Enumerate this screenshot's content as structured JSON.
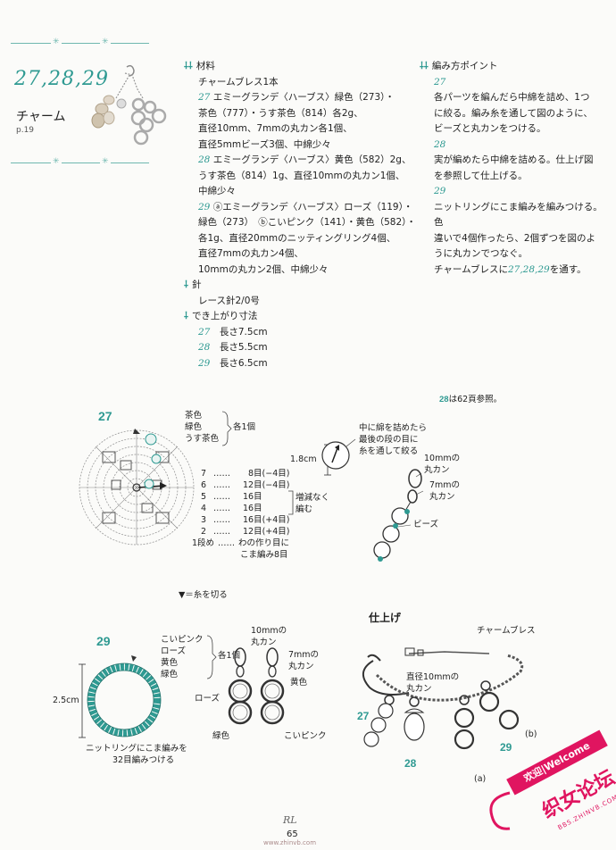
{
  "header": {
    "title": "27,28,29",
    "subtitle": "チャーム",
    "page_ref": "p.19"
  },
  "materials": {
    "heading": "材料",
    "lines": [
      "チャームブレス1本",
      "エミーグランデ〈ハーブス〉緑色（273）・",
      "茶色（777）・うす茶色（814）各2g、",
      "直径10mm、7mmの丸カン各1個、",
      "直径5mmビーズ3個、中綿少々",
      "エミーグランデ〈ハーブス〉黄色（582）2g、",
      "うす茶色（814）1g、直径10mmの丸カン1個、",
      "中綿少々",
      "ⓐエミーグランデ〈ハーブス〉ローズ（119）・",
      "緑色（273）　ⓑこいピンク（141）・黄色（582）・",
      "各1g、直径20mmのニッティングリング4個、",
      "直径7mmの丸カン4個、",
      "10mmの丸カン2個、中綿少々"
    ],
    "num27": "27",
    "num28": "28",
    "num29": "29"
  },
  "needle": {
    "heading": "針",
    "value": "レース針2/0号"
  },
  "size": {
    "heading": "でき上がり寸法",
    "items": [
      {
        "num": "27",
        "text": "長さ7.5cm"
      },
      {
        "num": "28",
        "text": "長さ5.5cm"
      },
      {
        "num": "29",
        "text": "長さ6.5cm"
      }
    ]
  },
  "points": {
    "heading": "編み方ポイント",
    "n27": "27",
    "p27": [
      "各パーツを編んだら中綿を詰め、1つ",
      "に絞る。編み糸を通して図のように、",
      "ビーズと丸カンをつける。"
    ],
    "n28": "28",
    "p28": [
      "実が編めたら中綿を詰める。仕上げ図",
      "を参照して仕上げる。"
    ],
    "n29": "29",
    "p29": [
      "ニットリングにこま編みを編みつける。色",
      "違いで4個作ったら、2個ずつを図のよ",
      "うに丸カンでつなぐ。"
    ],
    "last_pre": "チャームブレスに",
    "last_nums": "27,28,29",
    "last_post": "を通す。"
  },
  "ref28": {
    "num": "28",
    "text": "は62頁参照。"
  },
  "diagram27": {
    "label": "27",
    "colors": [
      "茶色",
      "緑色",
      "うす茶色"
    ],
    "each": "各1個",
    "rows": [
      {
        "r": "7",
        "dots": "……",
        "t": "8目(−4目)"
      },
      {
        "r": "6",
        "dots": "……",
        "t": "12目(−4目)"
      },
      {
        "r": "5",
        "dots": "……",
        "t": "16目"
      },
      {
        "r": "4",
        "dots": "……",
        "t": "16目"
      },
      {
        "r": "3",
        "dots": "……",
        "t": "16目(+4目)"
      },
      {
        "r": "2",
        "dots": "……",
        "t": "12目(+4目)"
      }
    ],
    "row1_label": "1段め",
    "row1_dots": "……",
    "row1_text": [
      "わの作り目に",
      "こま編み8目"
    ],
    "no_change": [
      "増減なく",
      "編む"
    ],
    "dim": "1.8cm",
    "note": [
      "中に綿を詰めたら",
      "最後の段の目に",
      "糸を通して絞る"
    ],
    "ring10": [
      "10mmの",
      "丸カン"
    ],
    "ring7": [
      "7mmの",
      "丸カン"
    ],
    "bead": "ビーズ"
  },
  "cut_legend": "▼＝糸を切る",
  "diagram29": {
    "label": "29",
    "colors": [
      "こいピンク",
      "ローズ",
      "黄色",
      "緑色"
    ],
    "each": "各1個",
    "dim": "2.5cm",
    "note": [
      "ニットリングにこま編みを",
      "32目編みつける"
    ],
    "ring10": [
      "10mmの",
      "丸カン"
    ],
    "ring7": [
      "7mmの",
      "丸カン"
    ],
    "rose": "ローズ",
    "yellow": "黄色",
    "green": "緑色",
    "pink": "こいピンク"
  },
  "finish": {
    "title": "仕上げ",
    "bracelet": "チャームブレス",
    "ring": [
      "直径10mmの",
      "丸カン"
    ],
    "n27": "27",
    "n28": "28",
    "n29": "29",
    "a": "(a)",
    "b": "(b)"
  },
  "footer": {
    "page": "65",
    "logo": "RL"
  },
  "watermark": {
    "line1": "欢迎|Welcome",
    "line2": "织女论坛",
    "url": "BBS.ZHINVB.COM",
    "small": "www.zhinvb.com"
  },
  "colors": {
    "accent": "#2f9a92",
    "bead_fill": "#2f9a92",
    "stamp": "#e01560"
  }
}
